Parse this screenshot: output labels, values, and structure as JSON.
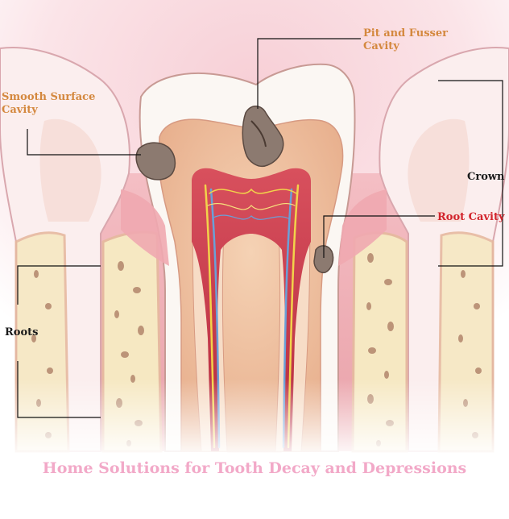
{
  "labels": {
    "pit_fusser": "Pit and Fusser\nCavity",
    "smooth_surface": "Smooth Surface\nCavity",
    "crown": "Crown",
    "root_cavity": "Root Cavity",
    "roots": "Roots"
  },
  "caption": "Home Solutions for Tooth Decay and Depressions",
  "colors": {
    "cavity_label": "#d4883e",
    "root_cavity_label": "#d2242c",
    "dark_label": "#1a1a1a",
    "caption": "#f2a9c8",
    "gum": "#e9a3a8",
    "enamel": "#fbf7f3",
    "dentin": "#efc3a0",
    "pulp": "#c6384a",
    "bone": "#f6e8c2",
    "leader_line": "#111111"
  }
}
